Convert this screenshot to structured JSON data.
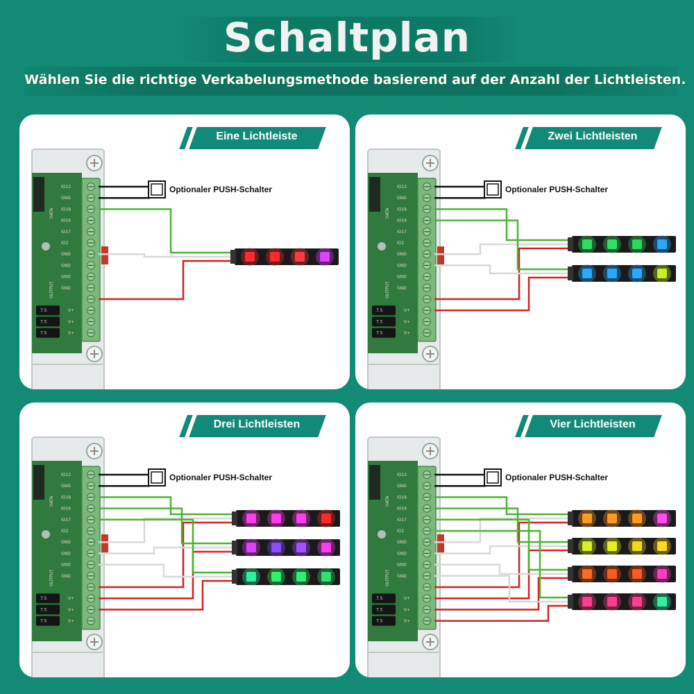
{
  "header": {
    "title": "Schaltplan",
    "subtitle": "Wählen Sie die richtige Verkabelungsmethode basierend auf der Anzahl der Lichtleisten."
  },
  "switch_label": "Optionaler PUSH-Schalter",
  "board": {
    "pin_labels": [
      "IO13",
      "GND",
      "IO18",
      "IO16",
      "IO17",
      "IO2",
      "GND",
      "GND",
      "GND",
      "GND"
    ],
    "output_label": "OUTPUT",
    "data_label": "DATA",
    "vplus": [
      "V+",
      "V+",
      "V+"
    ],
    "fuse": [
      "7.5",
      "7.5",
      "7.5"
    ]
  },
  "panels": [
    {
      "label": "Eine Lichtleiste",
      "strips": [
        [
          "#ff2a2a",
          "#ff2a2a",
          "#ff3b3b",
          "#e040ff"
        ]
      ]
    },
    {
      "label": "Zwei Lichtleisten",
      "strips": [
        [
          "#2ee060",
          "#2ee060",
          "#28d858",
          "#2aa8ff"
        ],
        [
          "#28a8ff",
          "#2aa8ff",
          "#2aa8ff",
          "#c6f02a"
        ]
      ]
    },
    {
      "label": "Drei Lichtleisten",
      "strips": [
        [
          "#ff3df0",
          "#ff3df0",
          "#ff3df0",
          "#ff2a2a"
        ],
        [
          "#e040ff",
          "#8a4dff",
          "#a84dff",
          "#ff3df0"
        ],
        [
          "#2ef0a0",
          "#30f070",
          "#30f070",
          "#30e070"
        ]
      ]
    },
    {
      "label": "Vier Lichtleisten",
      "strips": [
        [
          "#ff9a20",
          "#ff9a20",
          "#ff9a20",
          "#ff4df0"
        ],
        [
          "#d6f020",
          "#e8f020",
          "#f0d820",
          "#ffd820"
        ],
        [
          "#ff6a20",
          "#ff5a20",
          "#ff5a20",
          "#ff3dc0"
        ],
        [
          "#ff3d90",
          "#ff3d90",
          "#ff3d90",
          "#30f0a0"
        ]
      ]
    }
  ],
  "colors": {
    "background": "#138a74",
    "tab": "#128a79",
    "wire_data": "#4bb531",
    "wire_gnd": "#d8d8d8",
    "wire_vplus": "#d42020",
    "wire_switch": "#111111",
    "terminal": "#7cb87c",
    "pcb": "#2f7a3c",
    "strip": "#1a1a1a"
  }
}
